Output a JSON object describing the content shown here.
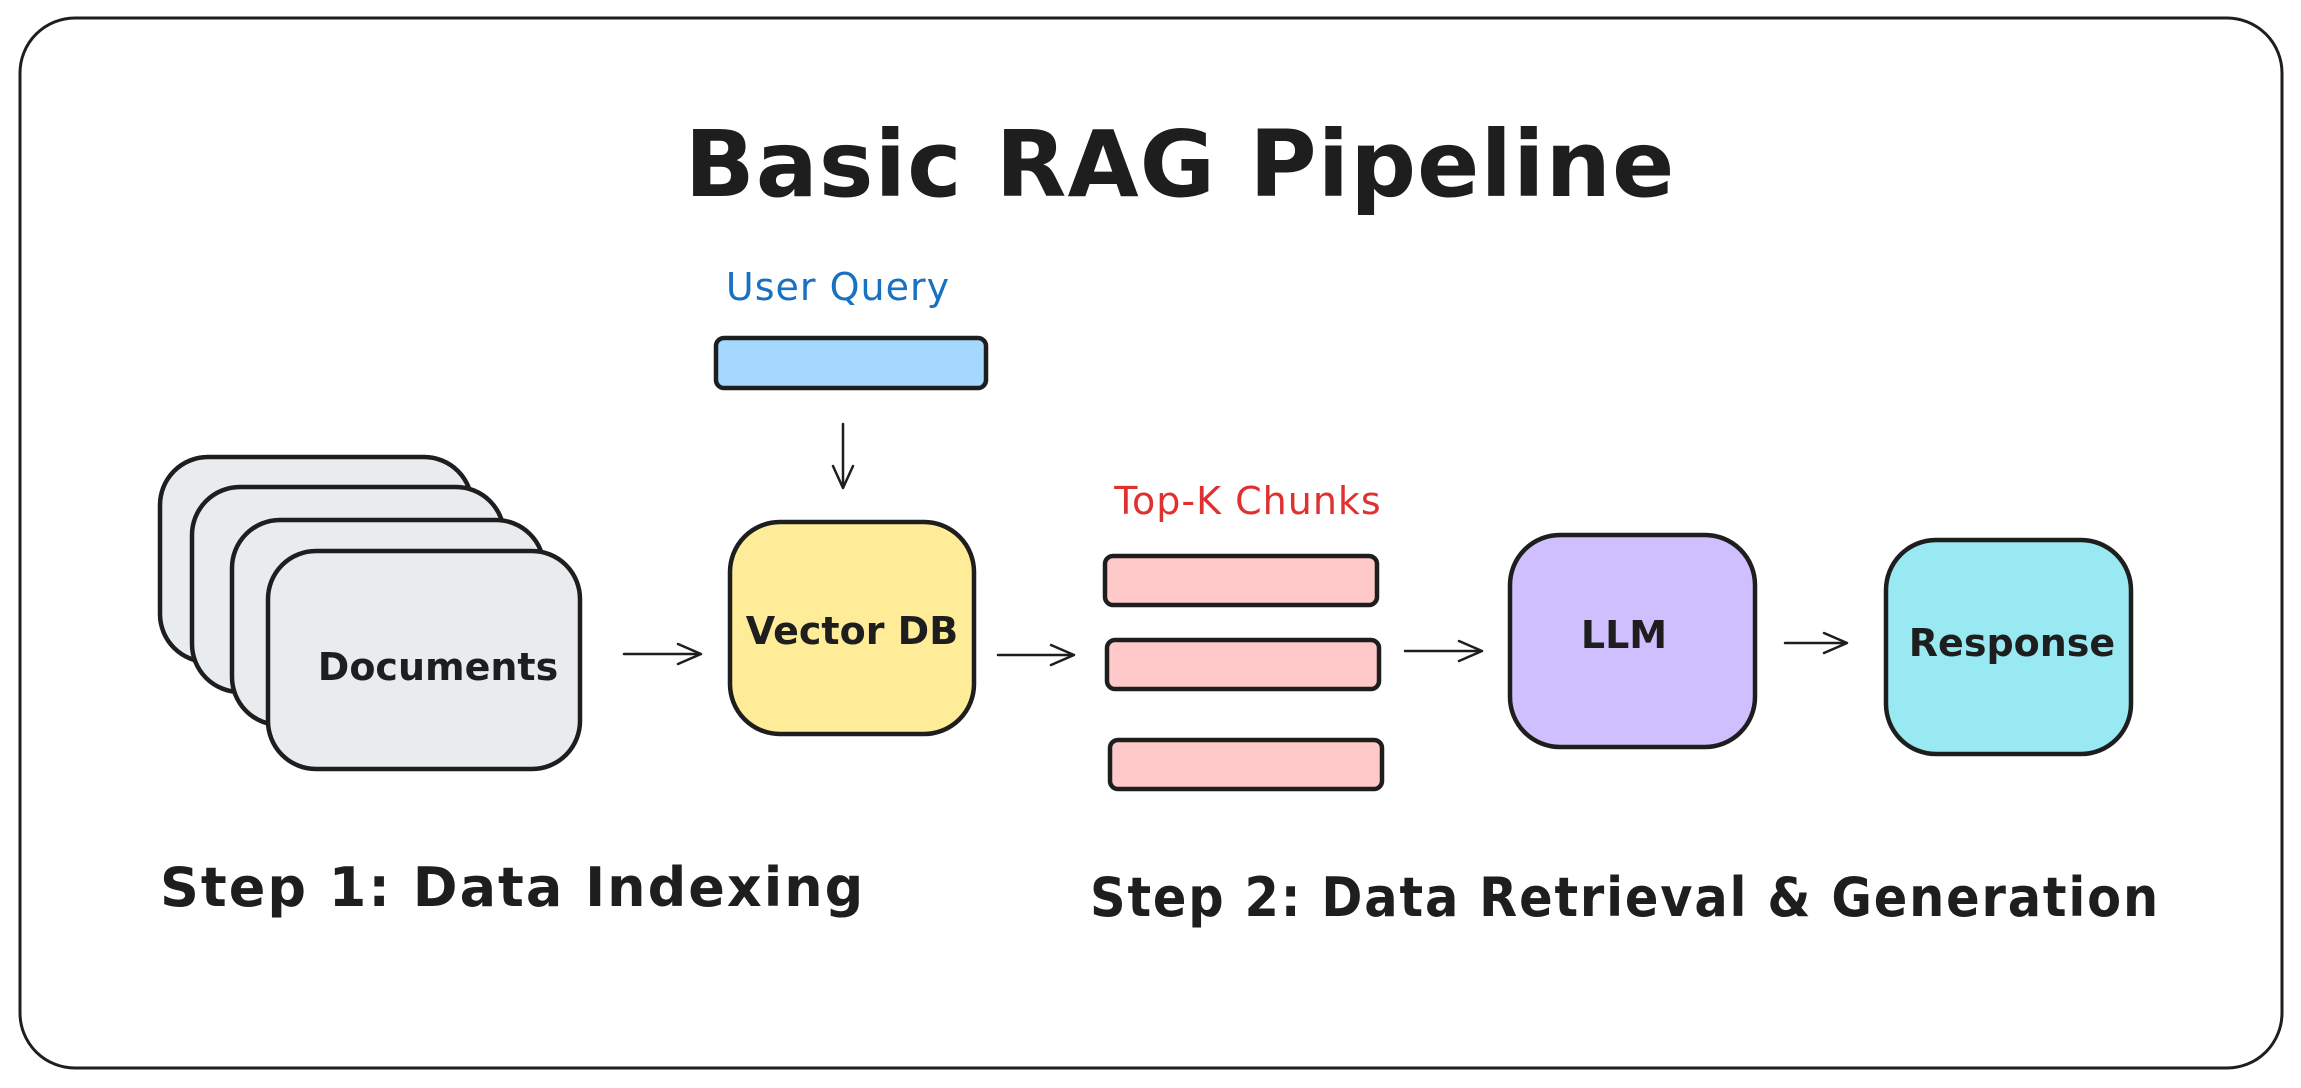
{
  "diagram": {
    "title": "Basic RAG Pipeline",
    "nodes": {
      "user_query": {
        "label": "User Query",
        "fill": "#a5d8ff",
        "label_color": "#1971c2"
      },
      "documents": {
        "label": "Documents",
        "fill": "#e9ecef"
      },
      "vector_db": {
        "label": "Vector DB",
        "fill": "#ffec99"
      },
      "top_k_chunks": {
        "label": "Top-K Chunks",
        "fill": "#ffc9c9",
        "label_color": "#e03131"
      },
      "llm": {
        "label": "LLM",
        "fill": "#d0bfff"
      },
      "response": {
        "label": "Response",
        "fill": "#99e9f2"
      }
    },
    "edges": [
      {
        "from": "user_query",
        "to": "vector_db"
      },
      {
        "from": "documents",
        "to": "vector_db"
      },
      {
        "from": "vector_db",
        "to": "top_k_chunks"
      },
      {
        "from": "top_k_chunks",
        "to": "llm"
      },
      {
        "from": "llm",
        "to": "response"
      }
    ],
    "steps": {
      "step1": "Step 1: Data Indexing",
      "step2": "Step 2: Data Retrieval & Generation"
    }
  }
}
